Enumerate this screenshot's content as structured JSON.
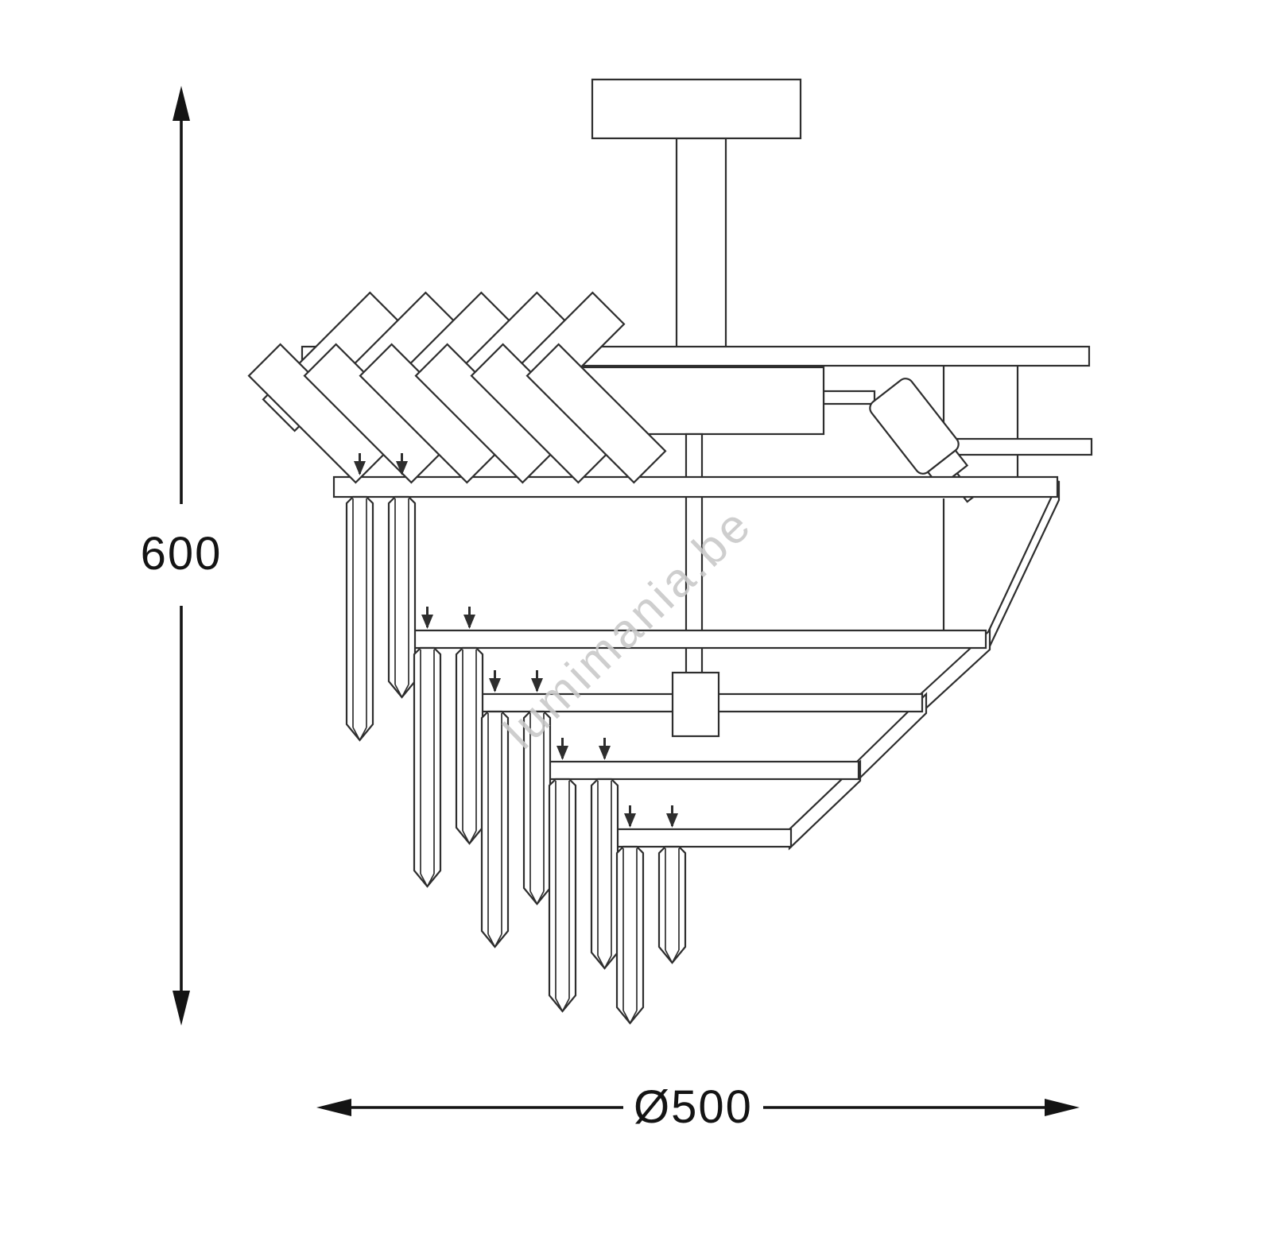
{
  "diagram": {
    "type": "technical-dimension-drawing",
    "subject": "crystal chandelier ceiling light",
    "dimensions": {
      "height": "600",
      "diameter": "Ø500"
    },
    "watermark": "lumimania.be",
    "colors": {
      "line": "#2e2e2e",
      "dimension": "#141414",
      "watermark": "#c9c9c9",
      "background": "#ffffff"
    },
    "parts": [
      "ceiling-canopy",
      "mounting-stem",
      "top-ring",
      "herringbone-crystal-layer",
      "lamp-housing",
      "adjustable-spotlight",
      "support-frame",
      "center-rod",
      "cascading-tier-rings",
      "hanging-crystal-prisms"
    ]
  }
}
